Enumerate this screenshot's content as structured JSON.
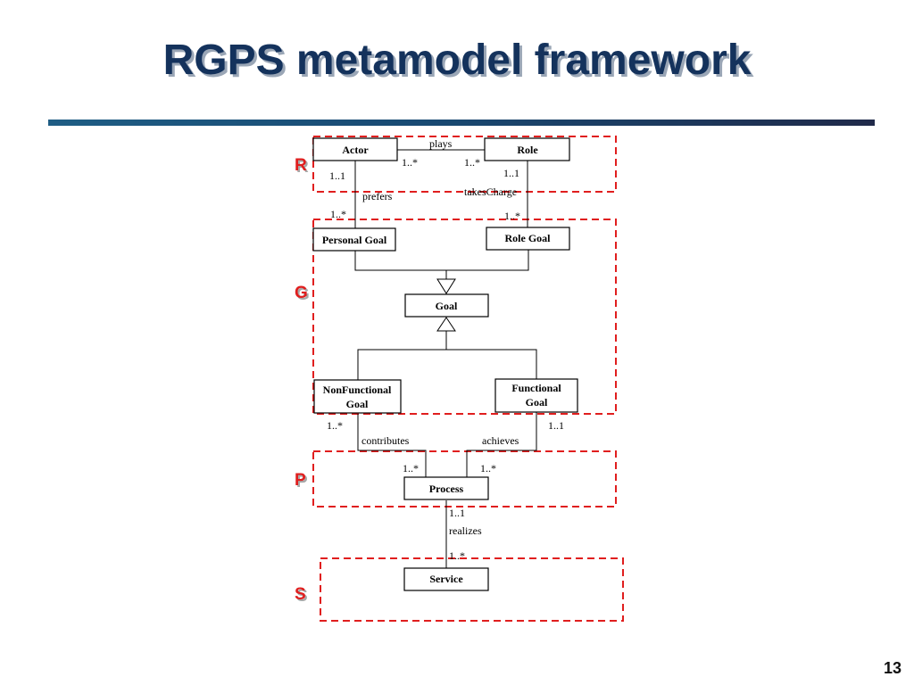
{
  "slide": {
    "title": "RGPS metamodel framework",
    "page_number": "13"
  },
  "layers": {
    "r": "R",
    "g": "G",
    "p": "P",
    "s": "S"
  },
  "classes": {
    "actor": "Actor",
    "role": "Role",
    "personal_goal": "Personal Goal",
    "role_goal": "Role Goal",
    "goal": "Goal",
    "nonfunctional_goal": [
      "NonFunctional",
      "Goal"
    ],
    "functional_goal": [
      "Functional",
      "Goal"
    ],
    "process": "Process",
    "service": "Service"
  },
  "associations": {
    "plays": "plays",
    "prefers": "prefers",
    "takes_charge": "takesCharge",
    "contributes": "contributes",
    "achieves": "achieves",
    "realizes": "realizes"
  },
  "multiplicities": {
    "actor_plays": "1..*",
    "role_plays": "1..*",
    "actor_prefers": "1..1",
    "personal_goal_prefers": "1..*",
    "role_takes_charge": "1..1",
    "role_goal_takes_charge": "1..*",
    "nonfunctional_contributes": "1..*",
    "process_contributes": "1..*",
    "functional_achieves": "1..1",
    "process_achieves": "1..*",
    "process_realizes": "1..1",
    "service_realizes": "1..*"
  },
  "colors": {
    "title": "#14325c",
    "title_shadow": "#9aa6b6",
    "layer_border": "#e01e1e",
    "layer_label": "#e01e1e",
    "line": "#000000"
  }
}
